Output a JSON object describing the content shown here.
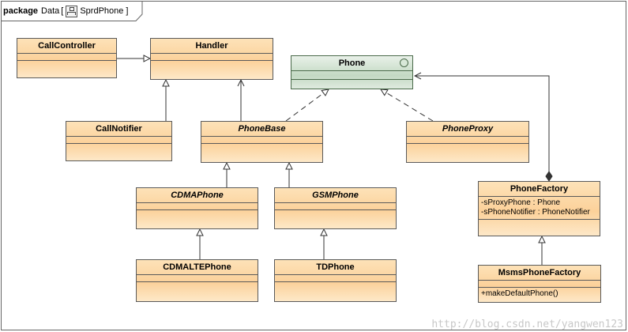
{
  "package": {
    "keyword": "package",
    "name": "Data",
    "diagram_name": "SprdPhone",
    "open_bracket": "[",
    "close_bracket": "]"
  },
  "classes": {
    "call_controller": {
      "name": "CallController"
    },
    "handler": {
      "name": "Handler"
    },
    "phone": {
      "name": "Phone"
    },
    "call_notifier": {
      "name": "CallNotifier"
    },
    "phone_base": {
      "name": "PhoneBase"
    },
    "phone_proxy": {
      "name": "PhoneProxy"
    },
    "cdma_phone": {
      "name": "CDMAPhone"
    },
    "gsm_phone": {
      "name": "GSMPhone"
    },
    "phone_factory": {
      "name": "PhoneFactory",
      "attributes": [
        "-sProxyPhone : Phone",
        "-sPhoneNotifier : PhoneNotifier"
      ]
    },
    "cdmalte_phone": {
      "name": "CDMALTEPhone"
    },
    "td_phone": {
      "name": "TDPhone"
    },
    "msms_phone_factory": {
      "name": "MsmsPhoneFactory",
      "operations": [
        "+makeDefaultPhone()"
      ]
    }
  },
  "watermark": "http://blog.csdn.net/yangwen123",
  "colors": {
    "class_fill": "#fcd19a",
    "interface_fill": "#c3d9c3",
    "line": "#333333"
  }
}
